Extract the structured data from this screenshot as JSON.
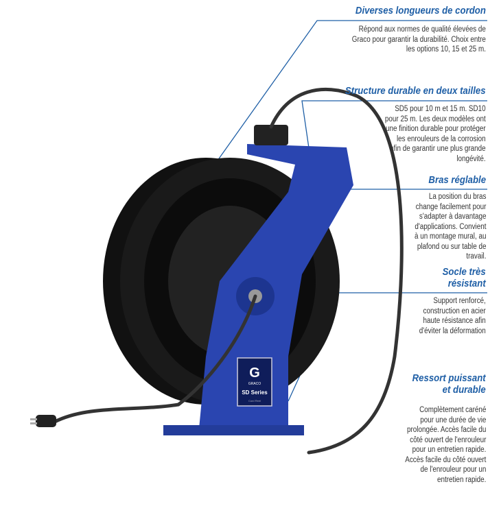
{
  "features": [
    {
      "title": "Diverses longueurs de cordon",
      "lines": [
        "Répond aux normes de qualité élevées de",
        "Graco pour garantir la durabilité. Choix entre",
        "les options 10, 15 et 25 m."
      ]
    },
    {
      "title": "Structure durable en deux tailles",
      "lines": [
        "SD5 pour 10 m et 15 m. SD10",
        "pour 25 m.  Les deux modèles ont",
        "une finition durable pour protéger",
        "les enrouleurs de la corrosion",
        "afin de garantir une plus grande",
        "longévité."
      ]
    },
    {
      "title": "Bras réglable",
      "lines": [
        "La position du bras",
        "change facilement pour",
        "s'adapter à davantage",
        "d'applications. Convient",
        "à un montage mural, au",
        "plafond ou sur table de",
        "travail."
      ]
    },
    {
      "title_lines": [
        "Socle très",
        "résistant"
      ],
      "lines": [
        "Support renforcé,",
        "construction en acier",
        "haute résistance afin",
        "d'éviter la déformation"
      ]
    },
    {
      "title_lines": [
        "Ressort puissant",
        "et durable"
      ],
      "lines": [
        "Complètement caréné",
        "pour une durée de vie",
        "prolongée. Accès facile du",
        "côté ouvert de l'enrouleur",
        "pour un entretien rapide.",
        "Accès facile du côté ouvert",
        "de l'enrouleur pour un",
        "entretien rapide."
      ]
    }
  ],
  "product_label": {
    "brand": "GRACO",
    "series": "SD Series",
    "subtitle": "Cord Reel"
  },
  "colors": {
    "accent": "#1f5fa6",
    "frame": "#2a45b0"
  }
}
